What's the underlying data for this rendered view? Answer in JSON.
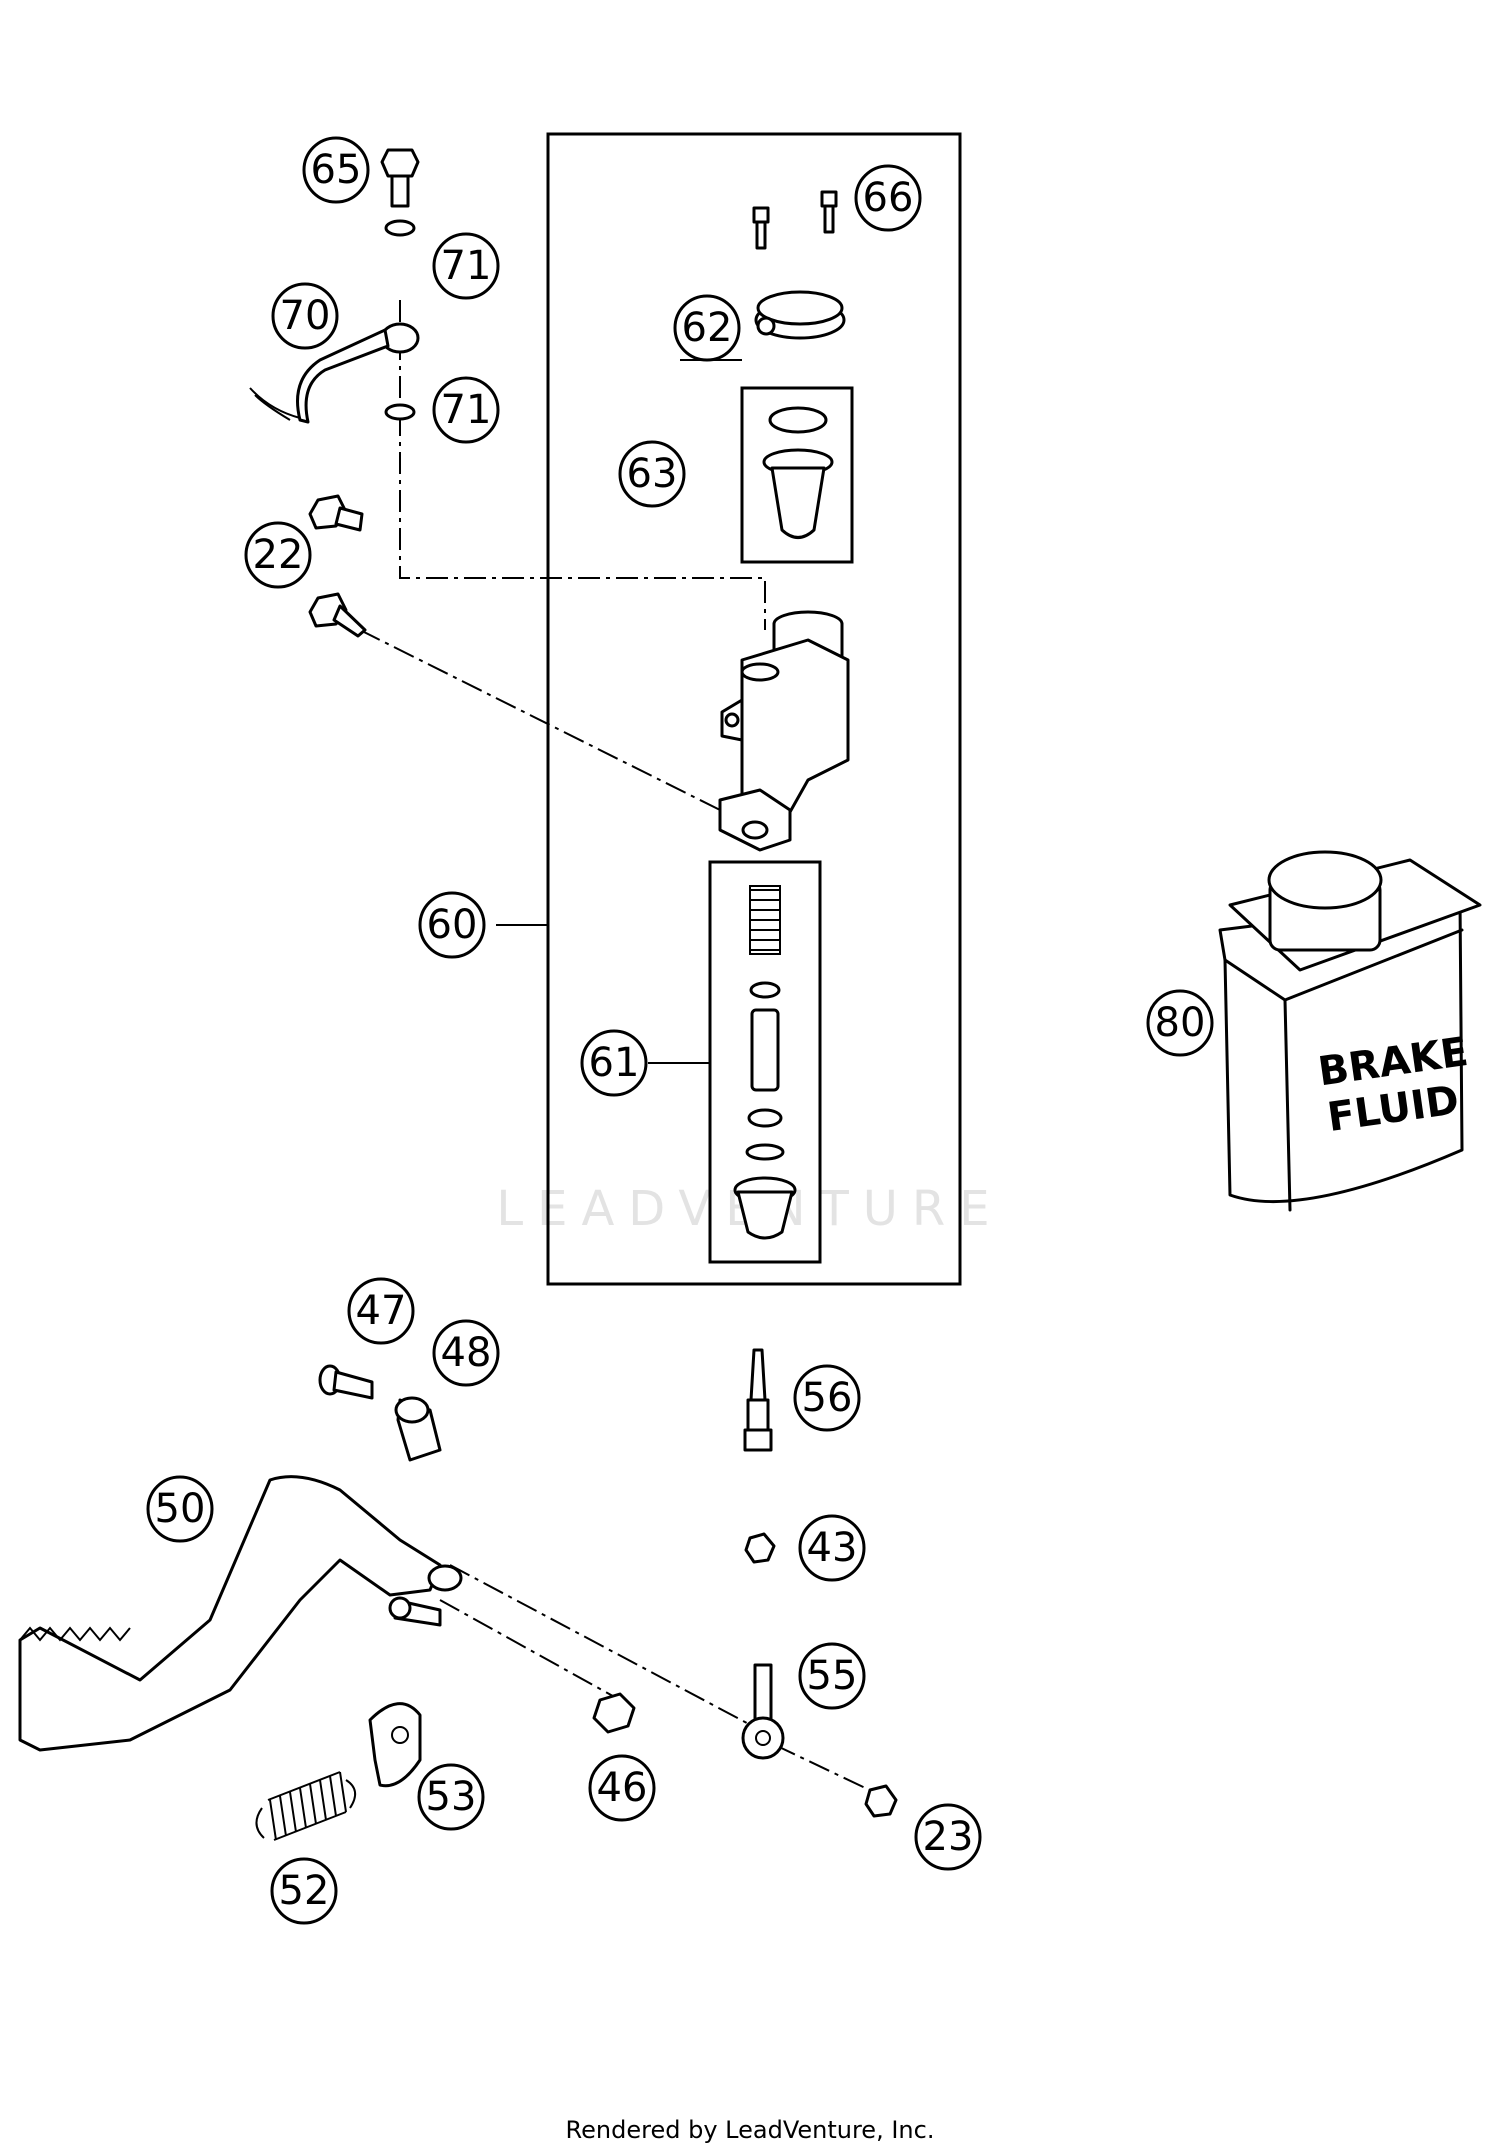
{
  "callouts": [
    {
      "id": "65",
      "label": "65"
    },
    {
      "id": "71a",
      "label": "71"
    },
    {
      "id": "70",
      "label": "70"
    },
    {
      "id": "71b",
      "label": "71"
    },
    {
      "id": "22",
      "label": "22"
    },
    {
      "id": "66",
      "label": "66"
    },
    {
      "id": "62",
      "label": "62"
    },
    {
      "id": "63",
      "label": "63"
    },
    {
      "id": "60",
      "label": "60"
    },
    {
      "id": "61",
      "label": "61"
    },
    {
      "id": "80",
      "label": "80"
    },
    {
      "id": "47",
      "label": "47"
    },
    {
      "id": "48",
      "label": "48"
    },
    {
      "id": "56",
      "label": "56"
    },
    {
      "id": "50",
      "label": "50"
    },
    {
      "id": "43",
      "label": "43"
    },
    {
      "id": "55",
      "label": "55"
    },
    {
      "id": "46",
      "label": "46"
    },
    {
      "id": "53",
      "label": "53"
    },
    {
      "id": "23",
      "label": "23"
    },
    {
      "id": "52",
      "label": "52"
    }
  ],
  "brake_fluid_label": {
    "line1": "BRAKE",
    "line2": "FLUID"
  },
  "watermark": "LEADVENTURE",
  "footer": "Rendered by LeadVenture, Inc."
}
